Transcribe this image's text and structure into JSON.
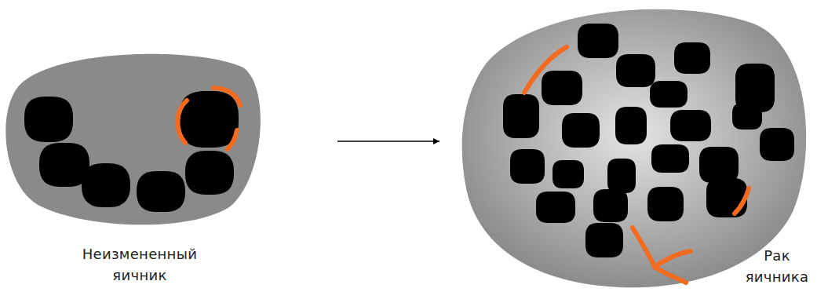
{
  "diagram": {
    "nodes": [
      {
        "text": [
          "Неизмененный яичник"
        ]
      },
      {
        "text": [
          "Рак яичника"
        ]
      }
    ],
    "edges": [
      {
        "from": 0,
        "to": 1,
        "arrow": "to"
      }
    ]
  }
}
